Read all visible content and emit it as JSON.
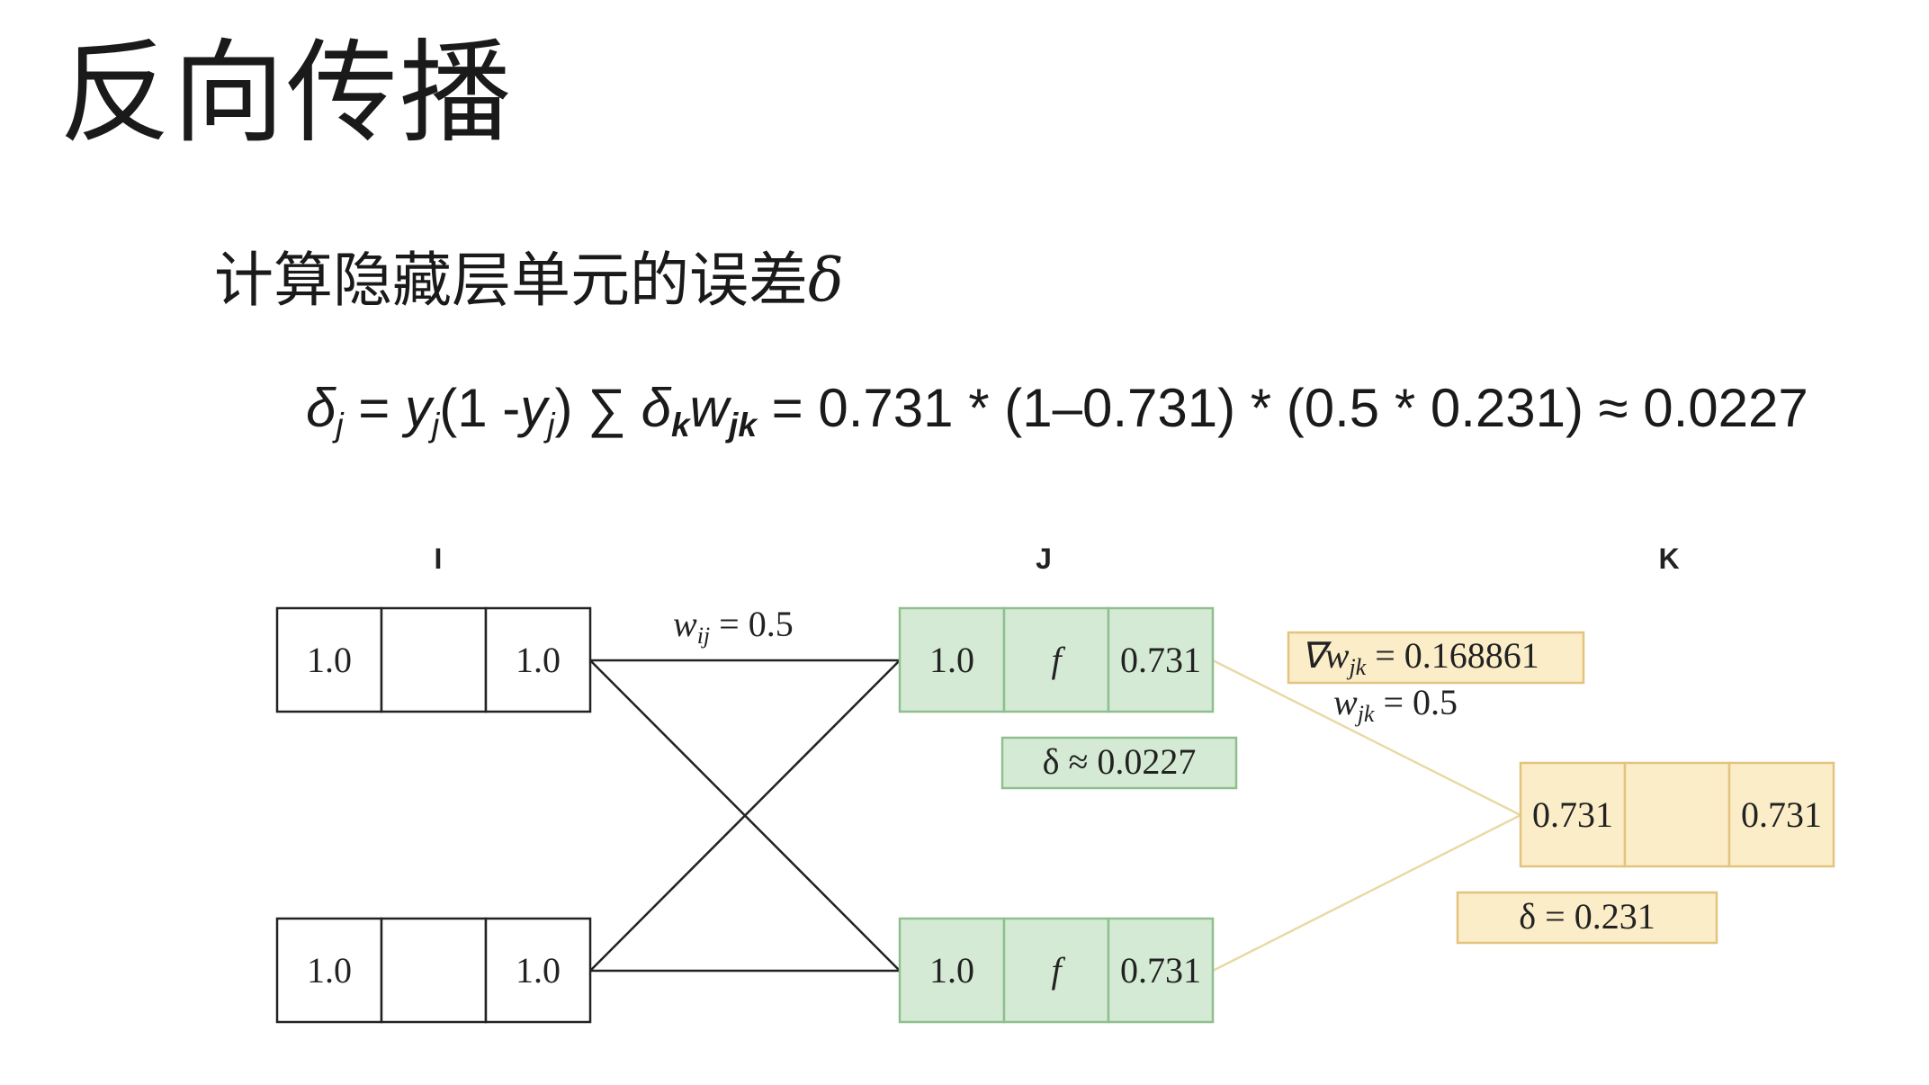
{
  "title": "反向传播",
  "subtitle": {
    "text": "计算隐藏层单元的误差",
    "symbol": "δ"
  },
  "formula": {
    "delta": "δ",
    "j": "j",
    "eq": " = ",
    "y": "y",
    "paren_open": "(1 -",
    "paren_close": ") ∑ ",
    "k": "k",
    "w": "w",
    "jk": "jk",
    "rest": " = 0.731 * (1–0.731) * (0.5 * 0.231) ≈ 0.0227"
  },
  "diagram": {
    "columns": {
      "I": "I",
      "J": "J",
      "K": "K"
    },
    "layer_i": [
      {
        "in": "1.0",
        "mid": "",
        "out": "1.0"
      },
      {
        "in": "1.0",
        "mid": "",
        "out": "1.0"
      }
    ],
    "layer_j": [
      {
        "in": "1.0",
        "mid": "f",
        "out": "0.731"
      },
      {
        "in": "1.0",
        "mid": "f",
        "out": "0.731"
      }
    ],
    "layer_k": {
      "in": "0.731",
      "mid": "",
      "out": "0.731"
    },
    "w_ij_label": "w",
    "w_ij_sub": "ij",
    "w_ij_value": " = 0.5",
    "grad_w_jk_prefix": "∇w",
    "grad_w_jk_sub": "jk",
    "grad_w_jk_value": " = 0.168861",
    "w_jk_label": "w",
    "w_jk_sub": "jk",
    "w_jk_value": " = 0.5",
    "delta_j_label": "δ ≈ 0.0227",
    "delta_k_label": "δ = 0.231",
    "colors": {
      "green_fill": "#d5ead5",
      "green_stroke": "#8fbf8f",
      "yellow_fill": "#fbedc8",
      "yellow_stroke": "#e3c47e",
      "line_dark": "#222222",
      "line_yellow": "#e9d9a6"
    }
  }
}
